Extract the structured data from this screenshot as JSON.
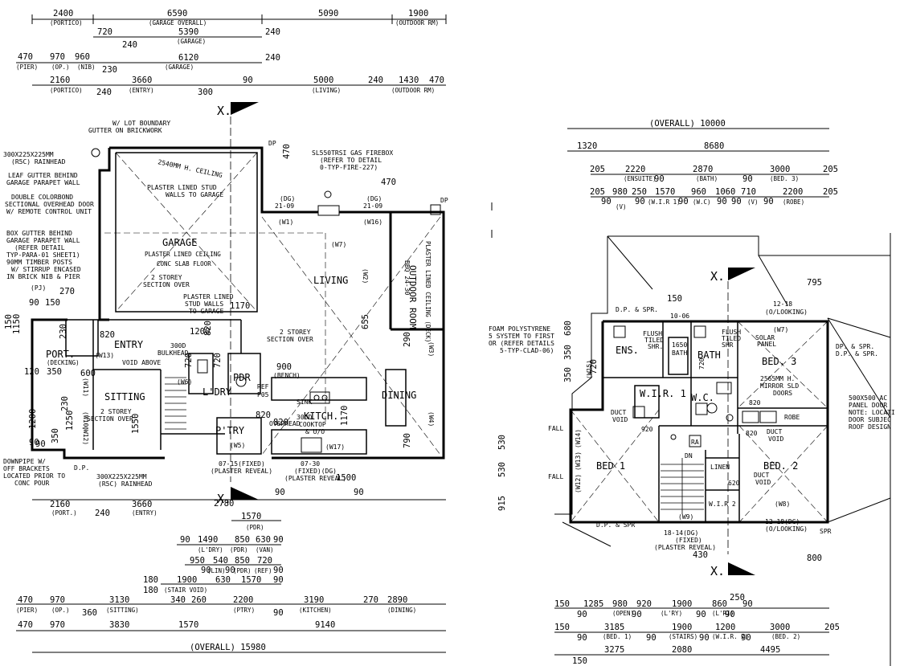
{
  "ground_floor": {
    "dims_top": {
      "row1": [
        "2400",
        "6590",
        "5090",
        "1900"
      ],
      "row1_sub": [
        "(PORTICO)",
        "(GARAGE OVERALL)",
        "(OUTDOOR RM)"
      ],
      "row2": [
        "720",
        "5390",
        "240",
        "240"
      ],
      "row2_sub": "(GARAGE)",
      "row3": [
        "470",
        "970",
        "960",
        "230",
        "6120",
        "240"
      ],
      "row3_sub": [
        "(PIER)",
        "(OP.)",
        "(NIB)",
        "(GARAGE)"
      ],
      "row4": [
        "2160",
        "3660",
        "300",
        "240",
        "90",
        "5000",
        "240",
        "1430",
        "470"
      ],
      "row4_sub": [
        "(PORTICO)",
        "(ENTRY)",
        "(LIVING)",
        "(OUTDOOR RM)"
      ]
    },
    "section_marker": "X.",
    "rooms": {
      "garage": "GARAGE",
      "garage_note1": "PLASTER LINED CEILING",
      "garage_note2": "CONC SLAB FLOOR",
      "living": "LIVING",
      "outdoor_room": "OUTDOOR ROOM",
      "outdoor_note": "PLASTER LINED CEILING (DECK)",
      "entry": "ENTRY",
      "port": "PORT.",
      "port_sub": "(DECKING)",
      "sitting": "SITTING",
      "pdr": "PDR",
      "ldry": "L'DRY",
      "ptry": "P'TRY",
      "kitch": "KITCH.",
      "dining": "DINING"
    },
    "notes": [
      "W/ LOT BOUNDARY",
      "GUTTER ON BRICKWORK",
      "2540MM H. CEILING",
      "PLASTER LINED STUD",
      "WALLS TO GARAGE",
      "SL550TRSI GAS FIREBOX",
      "(REFER TO DETAIL",
      "0-TYP-FIRE-227)",
      "300X225X225MM",
      "(R5C) RAINHEAD",
      "LEAF GUTTER BEHIND",
      "GARAGE PARAPET WALL",
      "DOUBLE COLORBOND",
      "SECTIONAL OVERHEAD DOOR",
      "W/ REMOTE CONTROL UNIT",
      "BOX GUTTER BEHIND",
      "GARAGE PARAPET WALL",
      "(REFER DETAIL",
      "TYP-PARA-01 SHEET1)",
      "90MM TIMBER POSTS",
      "W/ STIRRUP ENCASED",
      "IN BRICK NIB & PIER",
      "2 STOREY",
      "SECTION OVER",
      "PLASTER LINED",
      "STUD WALLS",
      "TO GARAGE",
      "2 STOREY",
      "SECTION OVER",
      "300D",
      "BULKHEAD",
      "VOID ABOVE",
      "(BENCH)",
      "REF",
      "P05",
      "SINK",
      "300D",
      "OVERHEAD",
      "COOKTOP",
      "& U/O",
      "2 STOREY",
      "SECTION OVER",
      "DOWNPIPE W/",
      "OFF BRACKETS",
      "LOCATED PRIOR TO",
      "CONC POUR",
      "300X225X225MM",
      "(R5C) RAINHEAD",
      "07-15(FIXED)",
      "(PLASTER REVEAL)",
      "07-30",
      "(FIXED)(DG)",
      "(PLASTER REVEAL)",
      "BBQ 24-30"
    ],
    "window_tags": [
      "(W1)",
      "(W16)",
      "(W2)",
      "(W3)",
      "(W4)",
      "(W5)",
      "(W6)",
      "(W7)",
      "(W10)",
      "(W11)",
      "(W12)",
      "(W13)",
      "(W17)",
      "21-09",
      "21-09",
      "(DG)",
      "(DG)",
      "DP",
      "DP",
      "D.P.",
      "(PJ)"
    ],
    "inner_dims": [
      "470",
      "470",
      "820",
      "1170",
      "655",
      "900",
      "290",
      "1170",
      "1550",
      "790",
      "820",
      "600",
      "350",
      "120",
      "150",
      "1150",
      "270",
      "90",
      "90",
      "150",
      "230",
      "350",
      "230",
      "1250",
      "1200",
      "90",
      "720",
      "720",
      "820",
      "820",
      "1200",
      "1500"
    ],
    "dims_bottom": {
      "r1": [
        "2160",
        "240",
        "3660",
        "2780",
        "90",
        "90"
      ],
      "r1_sub": [
        "(PORT.)",
        "(ENTRY)"
      ],
      "r2": [
        "1570"
      ],
      "r2_sub": "(PDR)",
      "r3": [
        "1490",
        "850",
        "630",
        "90",
        "90"
      ],
      "r3_sub": [
        "(L'DRY)",
        "(PDR)",
        "(VAN)"
      ],
      "r4": [
        "950",
        "540",
        "850",
        "720",
        "90",
        "90",
        "90"
      ],
      "r4_sub": [
        "(LIN)",
        "(PDR)",
        "(REF)"
      ],
      "r5": [
        "180",
        "1900",
        "630",
        "1570",
        "90"
      ],
      "r5_sub": [
        "(STAIR VOID)",
        "180"
      ],
      "r6": [
        "470",
        "970",
        "3130",
        "340",
        "260",
        "2200",
        "3190",
        "270",
        "2890"
      ],
      "r6_sub": [
        "(PIER)",
        "(OP.)",
        "360",
        "(SITTING)",
        "(PTRY)",
        "90",
        "(KITCHEN)",
        "(DINING)"
      ],
      "r7": [
        "470",
        "970",
        "3830",
        "1570",
        "9140"
      ],
      "overall_label": "(OVERALL) 15980"
    }
  },
  "first_floor": {
    "dims_top": {
      "overall": "(OVERALL) 10000",
      "r2": [
        "1320",
        "8680"
      ],
      "r3": [
        "205",
        "2220",
        "90",
        "2870",
        "90",
        "3000",
        "205"
      ],
      "r3_sub": [
        "(ENSUITE)",
        "(BATH)",
        "(BED. 3)"
      ],
      "r4": [
        "205",
        "980",
        "250",
        "1570",
        "960",
        "1060",
        "710",
        "2200",
        "205"
      ],
      "r4_sub": [
        "90",
        "(V)",
        "90",
        "(W.I.R 1)",
        "90",
        "(W.C)",
        "90",
        "90",
        "(V)",
        "90",
        "(ROBE)"
      ]
    },
    "section_marker": "X.",
    "rooms": {
      "ens": "ENS.",
      "bath": "BATH",
      "bed3": "BED. 3",
      "wir1": "W.I.R. 1",
      "wc": "W.C.",
      "bed1": "BED 1",
      "bed2": "BED. 2",
      "linen": "LINEN",
      "wir2": "W.I.R 2",
      "robe": "ROBE"
    },
    "notes": [
      "150",
      "D.P. & SPR.",
      "10-06",
      "12-18",
      "(O/LOOKING)",
      "795",
      "(W7)",
      "SOLAR",
      "PANEL",
      "2565MM H.",
      "MIRROR SLD",
      "DOORS",
      "FLUSH",
      "TILED",
      "SHR.",
      "1650",
      "BATH",
      "FLUSH",
      "TILED",
      "SHR",
      "DUCT",
      "VOID",
      "DUCT",
      "VOID",
      "DUCT",
      "VOID",
      "DN",
      "RA",
      "FALL",
      "FALL",
      "(W15)",
      "(W12)",
      "(W13)",
      "(W14)",
      "(W8)",
      "(W9)",
      "D.P. & SPR",
      "D.P. & SPR.",
      "12-18(DG)",
      "(O/LOOKING)",
      "18-14(DG)",
      "(FIXED)",
      "(PLASTER REVEAL)",
      "430",
      "800",
      "920",
      "820",
      "820",
      "620",
      "720",
      "SPR",
      "DP. & SPR."
    ],
    "left_notes": [
      "FOAM POLYSTYRENE",
      "5 SYSTEM TO FIRST",
      "OR (REFER DETAILS",
      "5-TYP-CLAD-06)"
    ],
    "right_notes": [
      "500X500 AC",
      "PANEL DOOR",
      "NOTE: LOCATI",
      "DOOR SUBJEC",
      "ROOF DESIGN"
    ],
    "left_dims": [
      "680",
      "350",
      "350",
      "530",
      "530",
      "915",
      "720"
    ],
    "dims_bottom": {
      "r1": [
        "150",
        "1285",
        "980",
        "920",
        "1900",
        "860",
        "250",
        "90"
      ],
      "r1_sub": [
        "90",
        "(OPEN)",
        "90",
        "(L'RY)",
        "90",
        "(L'RI)",
        "90"
      ],
      "r2": [
        "150",
        "3185",
        "1900",
        "1200",
        "3000",
        "205"
      ],
      "r2_sub": [
        "90",
        "(BED. 1)",
        "90",
        "(STAIRS)",
        "90",
        "(W.I.R. 2)",
        "90",
        "(BED. 2)"
      ],
      "r3": [
        "3275",
        "2080",
        "4495"
      ],
      "r4": [
        "150"
      ]
    }
  }
}
